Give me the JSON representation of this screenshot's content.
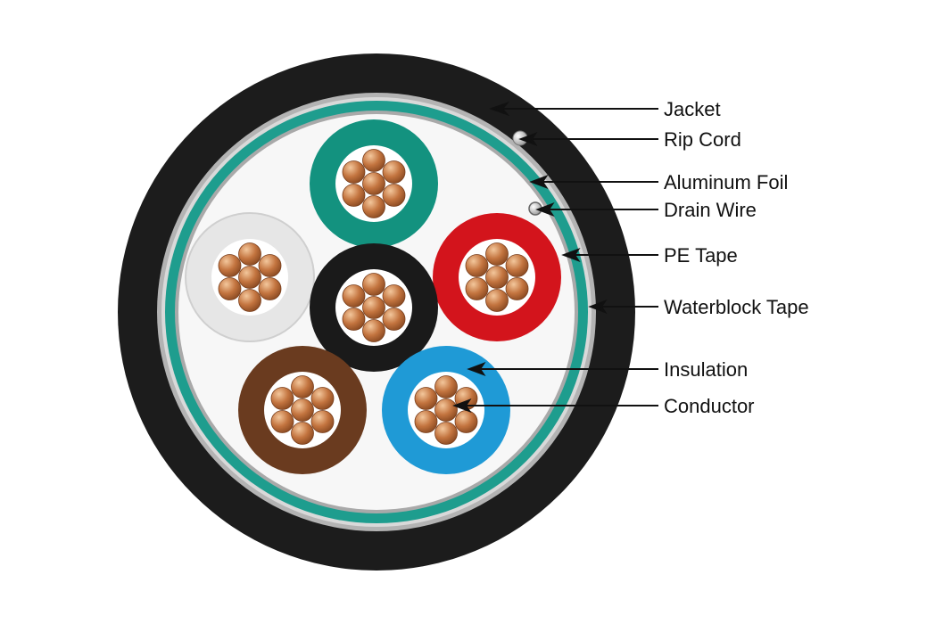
{
  "labels": {
    "jacket": "Jacket",
    "rip_cord": "Rip Cord",
    "aluminum_foil": "Aluminum Foil",
    "drain_wire": "Drain Wire",
    "pe_tape": "PE Tape",
    "waterblock_tape": "Waterblock Tape",
    "insulation": "Insulation",
    "conductor": "Conductor"
  },
  "colors": {
    "jacket": "#1c1c1c",
    "foil": "#a9a9a9",
    "pe_tape": "#1e9d8e",
    "core_fill": "#f7f7f7",
    "copper": "#c3743f",
    "insulation_teal": "#13927f",
    "insulation_white": "#eeeeee",
    "insulation_red": "#d3141c",
    "insulation_black": "#1a1a1a",
    "insulation_brown": "#6a3b1f",
    "insulation_blue": "#1f9ad6"
  },
  "cores": [
    {
      "name": "teal-core",
      "color": "insulation_teal"
    },
    {
      "name": "white-core",
      "color": "insulation_white"
    },
    {
      "name": "red-core",
      "color": "insulation_red"
    },
    {
      "name": "black-core",
      "color": "insulation_black"
    },
    {
      "name": "brown-core",
      "color": "insulation_brown"
    },
    {
      "name": "blue-core",
      "color": "insulation_blue"
    }
  ]
}
